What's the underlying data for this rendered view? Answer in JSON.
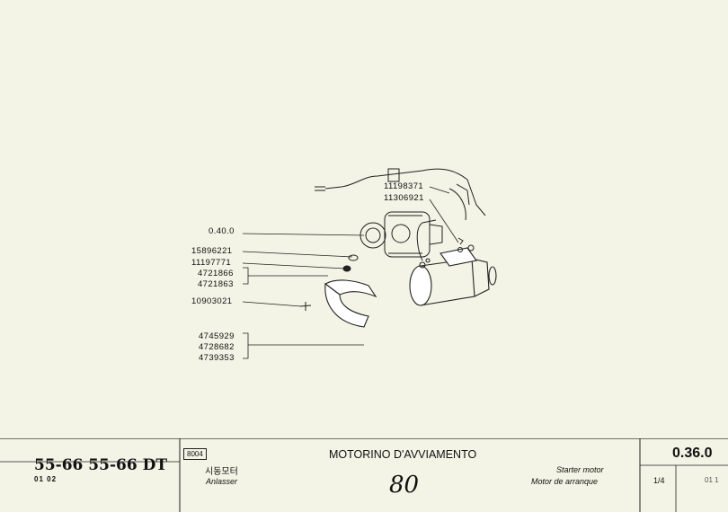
{
  "part_labels": {
    "p11198371": "11198371",
    "p11306921": "11306921",
    "p0400": "0.40.0",
    "p15896221": "15896221",
    "p11197771": "11197771",
    "p4721866": "4721866",
    "p4721863": "4721863",
    "p10903021": "10903021",
    "p4745929": "4745929",
    "p4728682": "4728682",
    "p4739353": "4739353"
  },
  "footer": {
    "model": "55-66  55-66 DT",
    "model_code": "01 02",
    "box_code": "8004",
    "title": "MOTORINO D'AVVIAMENTO",
    "korean": "시동모터",
    "german": "Anlasser",
    "english": "Starter motor",
    "spanish": "Motor de arranque",
    "handwritten": "80",
    "section": "0.36.0",
    "page": "1/4",
    "rev": "01 1"
  }
}
